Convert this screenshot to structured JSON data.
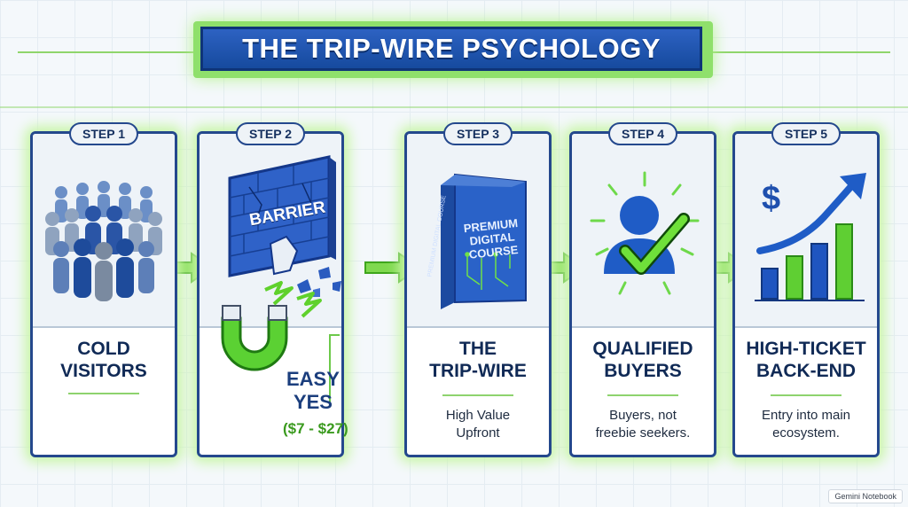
{
  "title": "THE TRIP-WIRE PSYCHOLOGY",
  "steps": [
    {
      "badge": "STEP 1",
      "title_line1": "COLD",
      "title_line2": "VISITORS",
      "desc_line1": "",
      "desc_line2": ""
    },
    {
      "badge": "STEP 2",
      "barrier_label": "BARRIER",
      "title_line1": "EASY",
      "title_line2": "YES",
      "price": "($7 - $27)"
    },
    {
      "badge": "STEP 3",
      "product_line1": "PREMIUM",
      "product_line2": "DIGITAL",
      "product_line3": "COURSE",
      "product_spine": "PREMIUM DIGITAL COURSE",
      "title_line1": "THE",
      "title_line2": "TRIP-WIRE",
      "desc_line1": "High Value",
      "desc_line2": "Upfront"
    },
    {
      "badge": "STEP 4",
      "title_line1": "QUALIFIED",
      "title_line2": "BUYERS",
      "desc_line1": "Buyers, not",
      "desc_line2": "freebie seekers."
    },
    {
      "badge": "STEP 5",
      "dollar": "$",
      "title_line1": "HIGH-TICKET",
      "title_line2": "BACK-END",
      "desc_line1": "Entry into main",
      "desc_line2": "ecosystem."
    }
  ],
  "watermark": "Gemini Notebook",
  "colors": {
    "navy": "#24488d",
    "green": "#5fcb2f",
    "blue": "#1f5fc4"
  }
}
